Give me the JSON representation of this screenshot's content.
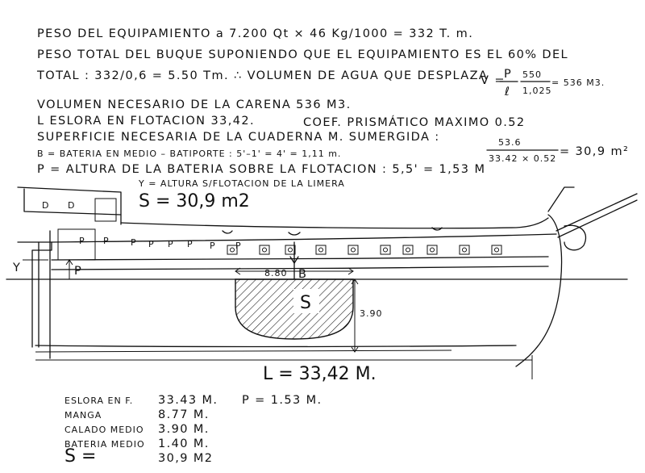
{
  "notes": [
    "PESO DEL EQUIPAMIENTO a 7.200 Qt  × 46 Kg/1000 = 332 T. m.",
    "PESO TOTAL DEL BUQUE SUPONIENDO QUE EL EQUIPAMIENTO ES EL 60% DEL",
    "TOTAL : 332/0,6 = 5.50 Tm. ∴ VOLUMEN DE AGUA QUE DESPLAZA",
    "VOLUMEN NECESARIO DE LA CARENA  536 M3.",
    "L ESLORA EN FLOTACION 33,42.",
    "COEF. PRISMÁTICO MAXIMO 0.52",
    "SUPERFICIE NECESARIA DE LA CUADERNA M. SUMERGIDA :",
    "B = BATERIA EN MEDIO – BATIPORTE : 5'–1' = 4' = 1,11 m.",
    "P = ALTURA DE LA BATERIA SOBRE LA FLOTACION : 5,5' = 1,53 M",
    "Y = ALTURA S/FLOTACION DE LA LIMERA",
    "S = 30,9 m2"
  ],
  "formulas": {
    "volume_lhs": "V =",
    "volume_P": "P",
    "volume_rho": "ℓ",
    "volume_num": "550",
    "volume_den": "1,025",
    "volume_result": "= 536 M3.",
    "area_num": "53.6",
    "area_den": "33.42 × 0.52",
    "area_result": "= 30,9 m²"
  },
  "drawing": {
    "label_B": "B",
    "label_S": "S",
    "label_Y": "Y",
    "label_P": "P",
    "dim_width": "8.80",
    "dim_depth": "3.90",
    "dim_length": "L = 33,42 M.",
    "port_marks": [
      "D",
      "D",
      "P",
      "P",
      "P",
      "P",
      "P",
      "P",
      "P",
      "P"
    ]
  },
  "specs": [
    {
      "label": "ESLORA EN F.",
      "value": "33.43 M."
    },
    {
      "label": "MANGA",
      "value": "8.77 M."
    },
    {
      "label": "CALADO MEDIO",
      "value": "3.90 M."
    },
    {
      "label": "BATERIA MEDIO",
      "value": "1.40 M."
    },
    {
      "label": "S =",
      "value": "30,9 M2"
    }
  ],
  "spec_extra": "P = 1.53 M."
}
